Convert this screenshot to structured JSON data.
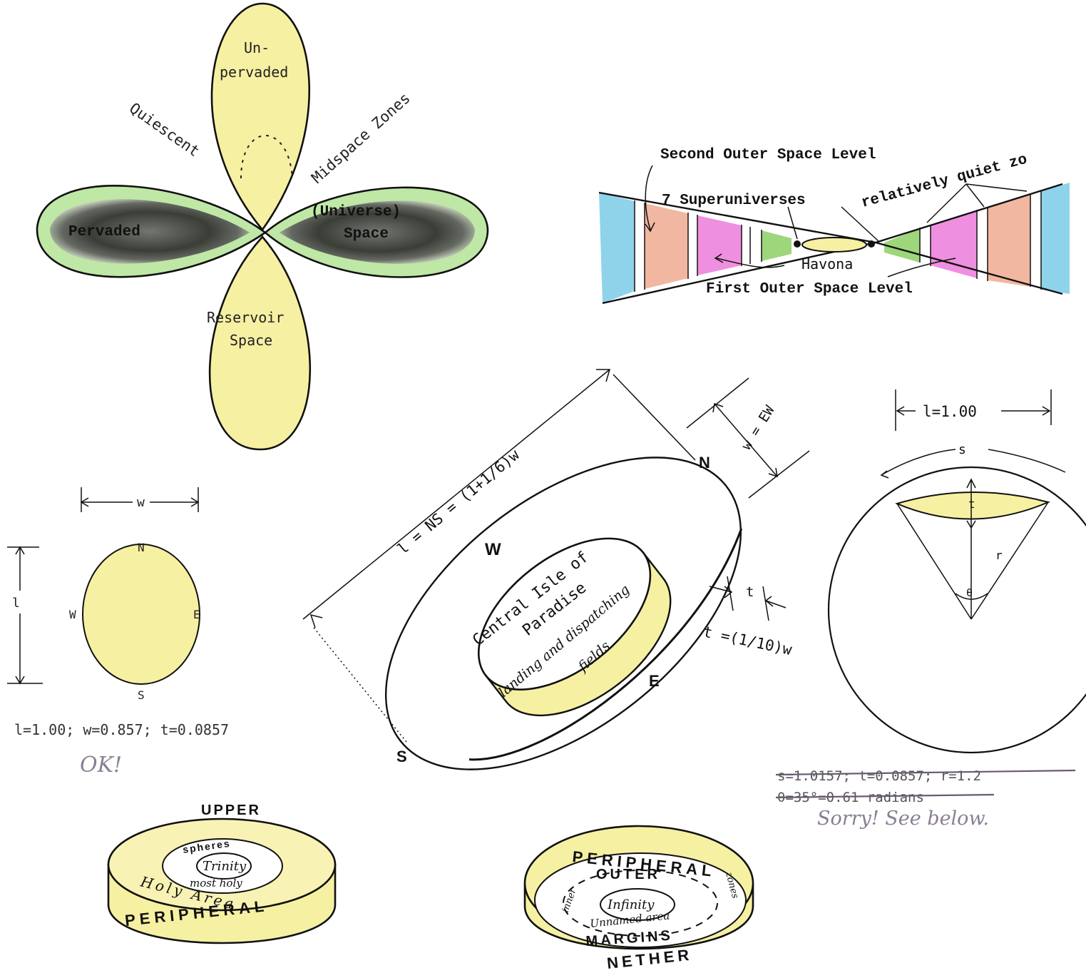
{
  "colors": {
    "yellow": "#f6f0a2",
    "yellow_deep": "#eee179",
    "green": "#9ed67c",
    "blue": "#8fd3ea",
    "pink": "#ef8fe0",
    "salmon": "#f2b7a0",
    "ink": "#111111",
    "pencil": "#8a7f92"
  },
  "space_levels": {
    "unpervaded_line1": "Un-",
    "unpervaded_line2": "pervaded",
    "quiescent": "Quiescent",
    "midspace": "Midspace Zones",
    "pervaded": "Pervaded",
    "universe_line1": "(Universe)",
    "universe_line2": "Space",
    "reservoir_line1": "Reservoir",
    "reservoir_line2": "Space"
  },
  "superuniverse_section": {
    "second_outer": "Second Outer Space Level",
    "relatively_quiet": "relatively quiet zo",
    "seven_super": "7 Superuniverses",
    "havona": "Havona",
    "first_outer": "First Outer Space Level"
  },
  "paradise_small": {
    "w_label": "w",
    "l_label": "l",
    "north": "N",
    "west": "W",
    "east": "E",
    "south": "S",
    "dims": "l=1.00; w=0.857; t=0.0857",
    "ok_note": "OK!"
  },
  "paradise_main": {
    "length_formula": "l = NS = (1+1/6)w",
    "ew_label": "w = EW",
    "t_label": "t",
    "t_formula": "t =(1/10)w",
    "north": "N",
    "west": "W",
    "east": "E",
    "south": "S",
    "isle_line1": "Central Isle of",
    "isle_line2": "Paradise",
    "fields_line1": "landing and dispatching",
    "fields_line2": "fields"
  },
  "circle_section": {
    "l_label": "l=1.00",
    "s_label": "s",
    "t_label": "t",
    "r_label": "r",
    "theta_label": "θ",
    "struck_line1": "s=1.0157; t=0.0857; r=1.2",
    "struck_line2": "θ=35°=0.61 radians",
    "sorry_note": "Sorry! See below."
  },
  "upper_disk": {
    "upper": "UPPER",
    "spheres": "spheres",
    "trinity": "Trinity",
    "most_holy": "most holy",
    "holy_area": "Holy Area",
    "peripheral": "PERIPHERAL"
  },
  "nether_disk": {
    "peripheral": "PERIPHERAL",
    "outer": "OUTER",
    "infinity": "Infinity",
    "unnamed": "Unnamed area",
    "inner": "inner",
    "zones": "zones",
    "margins": "MARGINS",
    "nether": "NETHER"
  }
}
